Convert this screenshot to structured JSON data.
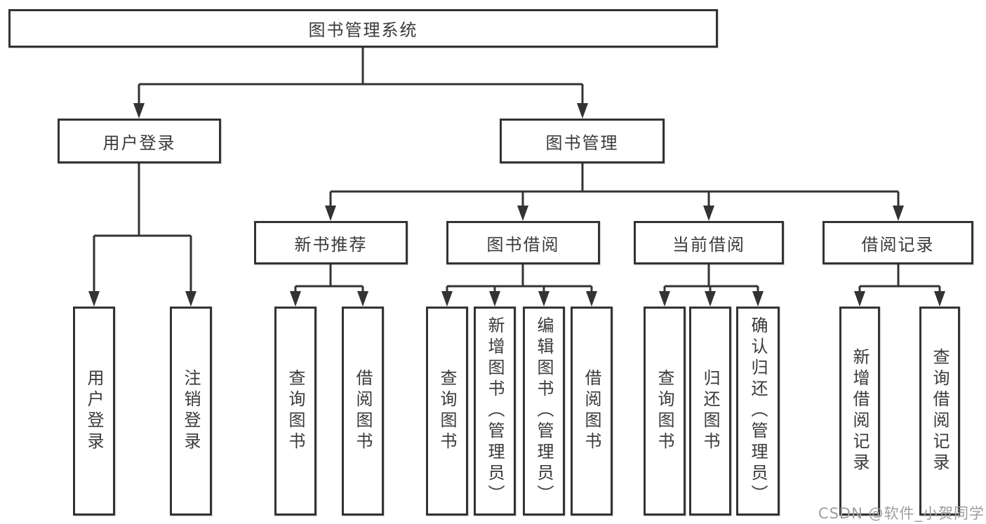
{
  "diagram": {
    "title": "图书管理系统",
    "branches": [
      {
        "label": "用户登录",
        "leaves": [
          "用户登录",
          "注销登录"
        ]
      },
      {
        "label": "图书管理",
        "sections": [
          {
            "label": "新书推荐",
            "leaves": [
              "查询图书",
              "借阅图书"
            ]
          },
          {
            "label": "图书借阅",
            "leaves": [
              "查询图书",
              "新增图书（管理员）",
              "编辑图书（管理员）",
              "借阅图书"
            ]
          },
          {
            "label": "当前借阅",
            "leaves": [
              "查询图书",
              "归还图书",
              "确认归还（管理员）"
            ]
          },
          {
            "label": "借阅记录",
            "leaves": [
              "新增借阅记录",
              "查询借阅记录"
            ]
          }
        ]
      }
    ]
  },
  "watermark": {
    "text": "CSDN @软件_小贺同学"
  },
  "colors": {
    "line": "#333333",
    "box_border": "#333333",
    "text": "#3a3a3a",
    "watermark": "#9e9e9e",
    "background": "#ffffff"
  }
}
